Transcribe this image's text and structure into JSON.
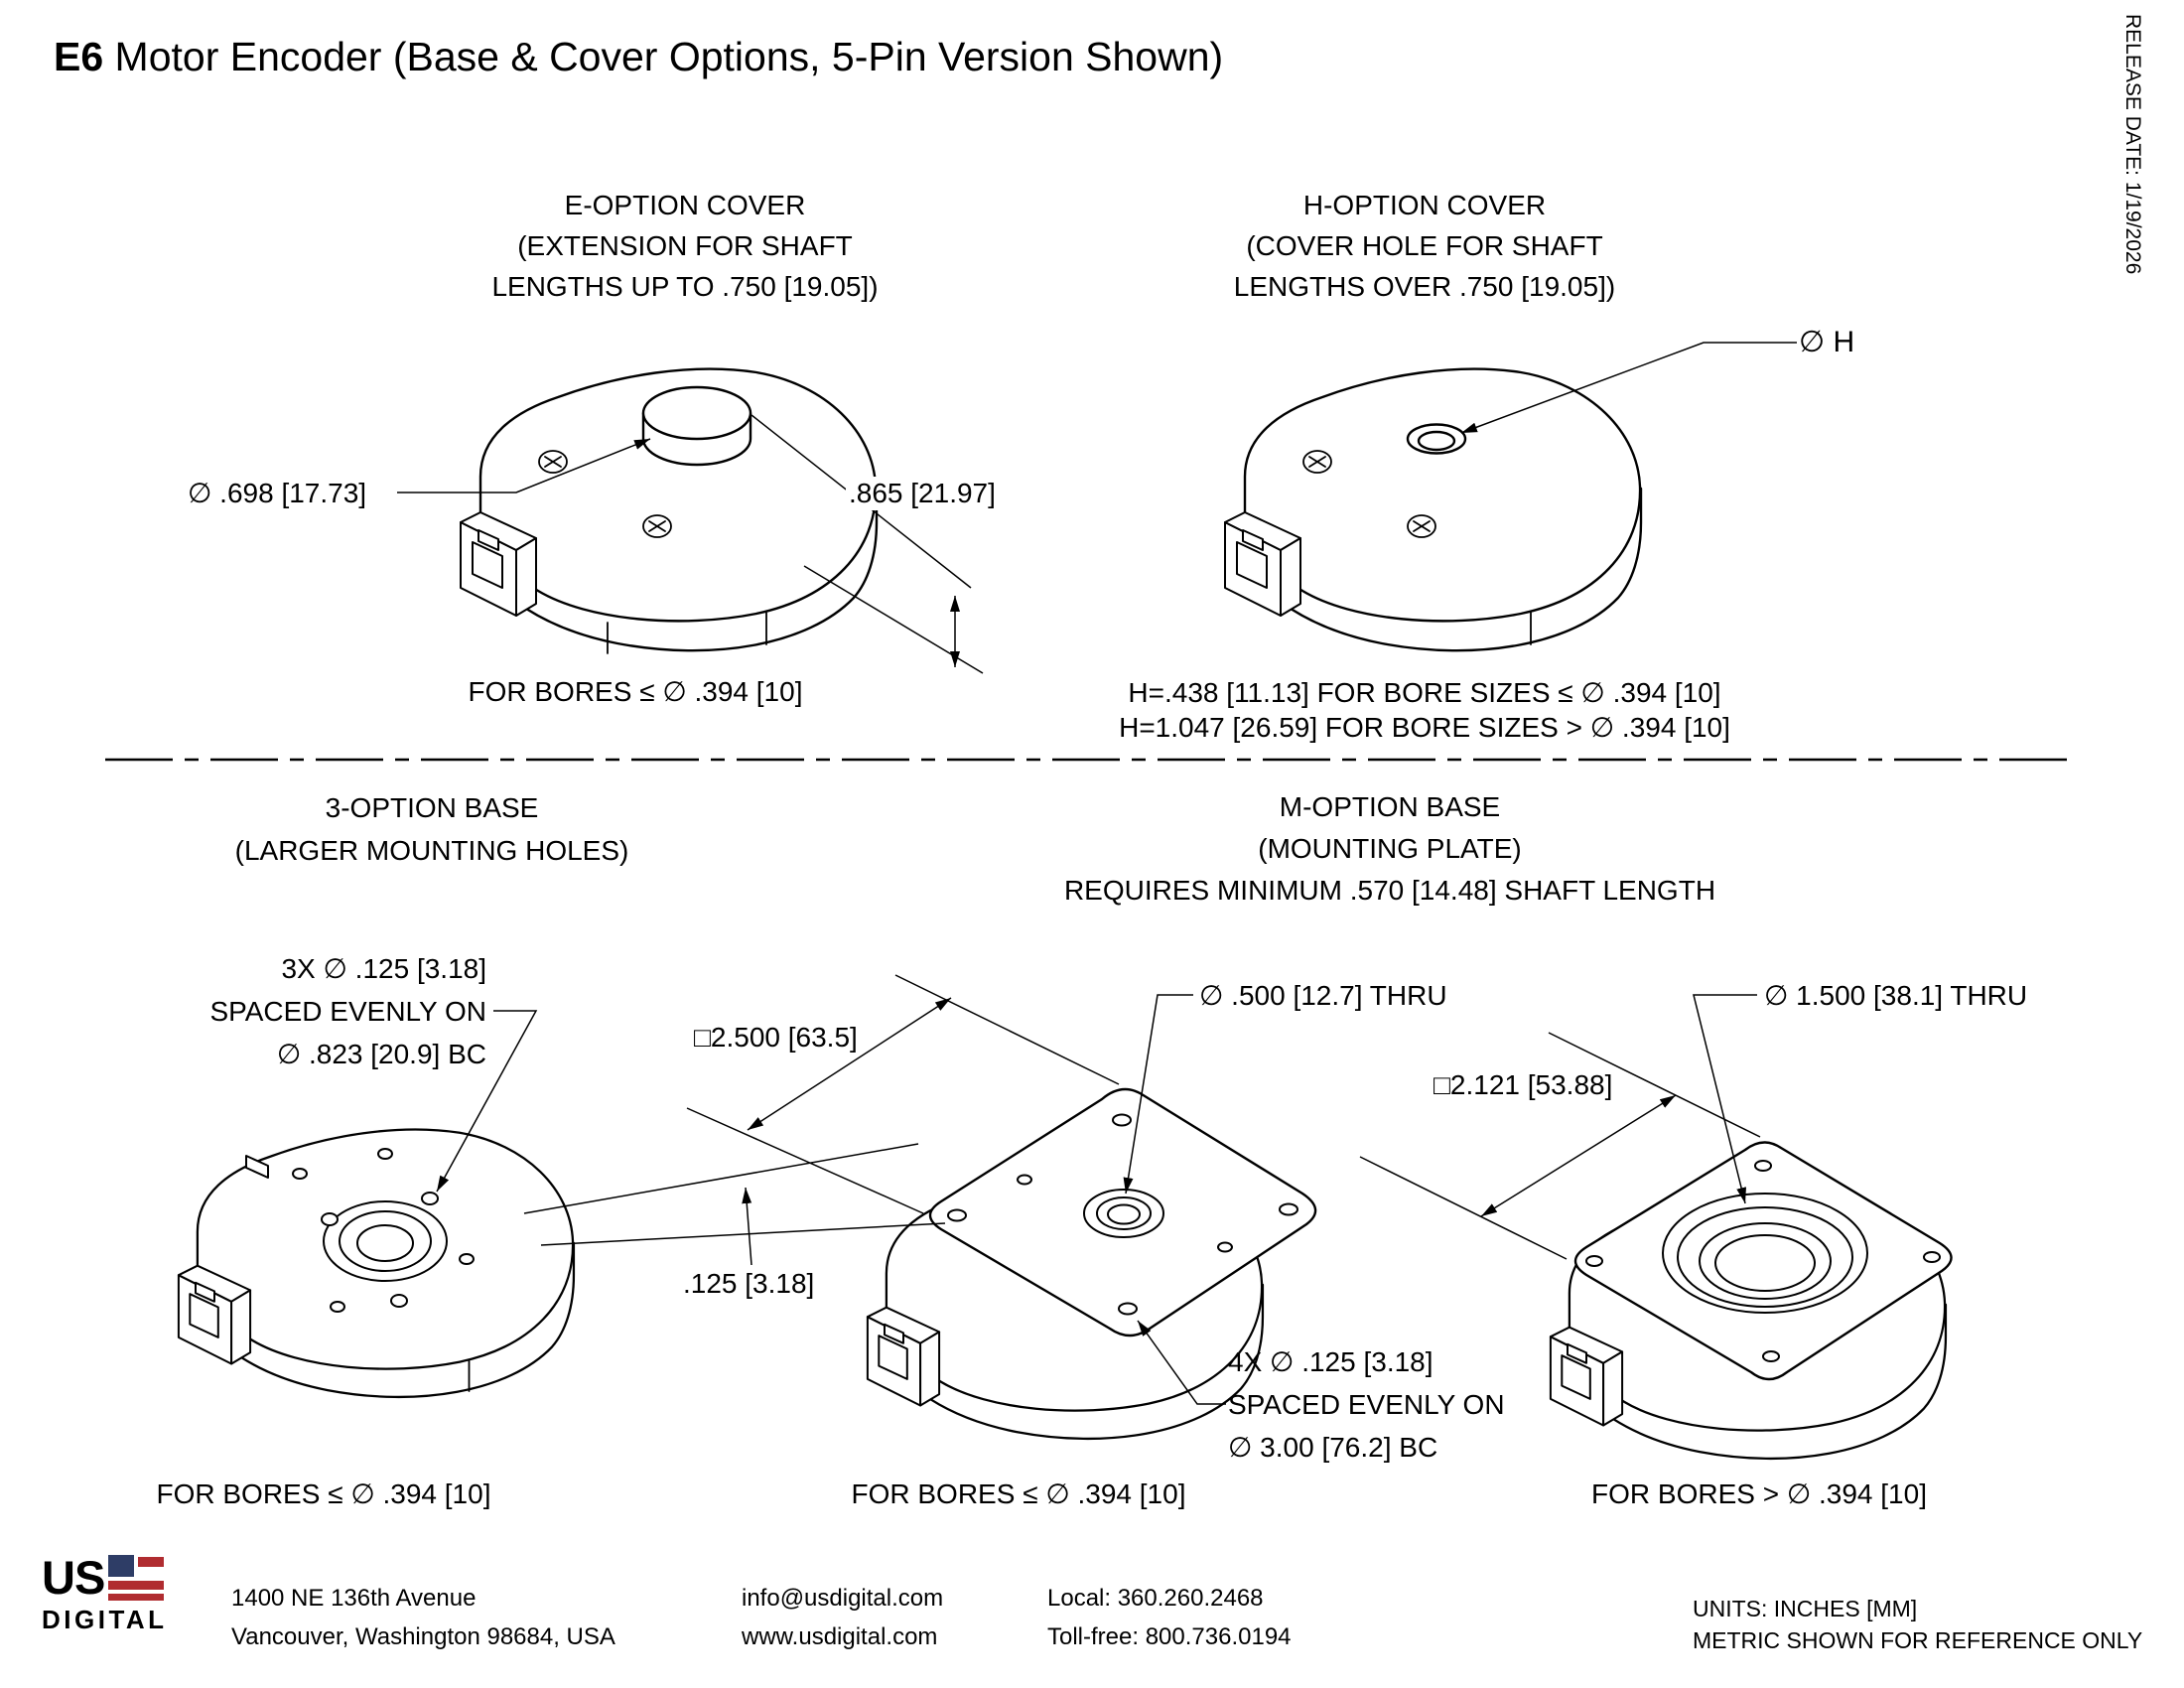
{
  "page": {
    "title_model": "E6",
    "title_rest": " Motor Encoder (Base & Cover Options, 5-Pin Version Shown)",
    "release_date": "RELEASE DATE: 1/19/2026"
  },
  "sections": {
    "e_option": {
      "heading": [
        "E-OPTION COVER",
        "(EXTENSION FOR SHAFT",
        "LENGTHS UP TO .750 [19.05])"
      ],
      "dim_extension_diameter": "∅ .698 [17.73]",
      "dim_extension_height": ".865 [21.97]",
      "note": "FOR BORES ≤ ∅ .394 [10]"
    },
    "h_option": {
      "heading": [
        "H-OPTION COVER",
        "(COVER HOLE FOR SHAFT",
        "LENGTHS OVER .750 [19.05])"
      ],
      "dim_hole": "∅ H",
      "notes": [
        "H=.438 [11.13] FOR BORE SIZES ≤ ∅ .394 [10]",
        "H=1.047 [26.59] FOR BORE SIZES > ∅ .394 [10]"
      ]
    },
    "option3_base": {
      "heading": [
        "3-OPTION BASE",
        "(LARGER MOUNTING HOLES)"
      ],
      "dim_holes": [
        "3X ∅ .125 [3.18]",
        "SPACED EVENLY ON",
        "∅ .823 [20.9] BC"
      ],
      "note": "FOR BORES ≤ ∅ .394 [10]"
    },
    "m_option_base": {
      "heading": [
        "M-OPTION BASE",
        "(MOUNTING PLATE)",
        "REQUIRES MINIMUM .570 [14.48] SHAFT LENGTH"
      ],
      "plate_small_bore": {
        "dim_square": "□2.500 [63.5]",
        "dim_center_hole": "∅ .500 [12.7] THRU",
        "dim_thickness": ".125 [3.18]",
        "dim_holes": [
          "4X ∅ .125 [3.18]",
          "SPACED EVENLY ON",
          "∅ 3.00 [76.2] BC"
        ],
        "note": "FOR BORES ≤ ∅ .394 [10]"
      },
      "plate_large_bore": {
        "dim_square": "□2.121 [53.88]",
        "dim_bore": "∅ 1.500 [38.1] THRU",
        "note": "FOR BORES > ∅ .394 [10]"
      }
    }
  },
  "footer": {
    "logo_us": "US",
    "logo_digital": "DIGITAL",
    "address_line1": "1400 NE 136th Avenue",
    "address_line2": "Vancouver, Washington 98684, USA",
    "email": "info@usdigital.com",
    "website": "www.usdigital.com",
    "phone_local": "Local: 360.260.2468",
    "phone_tollfree": "Toll-free: 800.736.0194",
    "units_line1": "UNITS: INCHES [MM]",
    "units_line2": "METRIC SHOWN FOR REFERENCE ONLY"
  },
  "colors": {
    "line": "#000000",
    "background": "#ffffff",
    "logo_blue": "#2e3d66",
    "logo_red": "#b02c30"
  }
}
